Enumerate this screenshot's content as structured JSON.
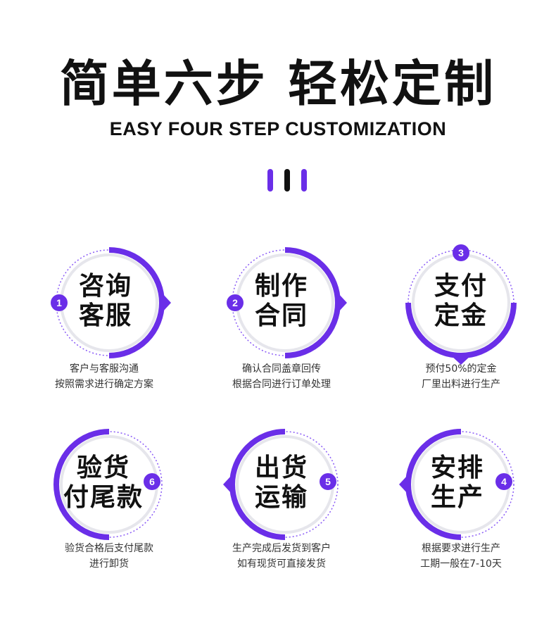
{
  "header": {
    "title": "简单六步 轻松定制",
    "subtitle": "EASY FOUR STEP CUSTOMIZATION"
  },
  "colors": {
    "accent": "#6a2ee8",
    "accent_light": "#8b5cf6",
    "dark": "#111111",
    "ring_gray": "#e6e6ec"
  },
  "steps": [
    {
      "num": "1",
      "line1": "咨询",
      "line2": "客服",
      "desc1": "客户与客服沟通",
      "desc2": "按照需求进行确定方案"
    },
    {
      "num": "2",
      "line1": "制作",
      "line2": "合同",
      "desc1": "确认合同盖章回传",
      "desc2": "根据合同进行订单处理"
    },
    {
      "num": "3",
      "line1": "支付",
      "line2": "定金",
      "desc1": "预付50%的定金",
      "desc2": "厂里出料进行生产"
    },
    {
      "num": "4",
      "line1": "安排",
      "line2": "生产",
      "desc1": "根据要求进行生产",
      "desc2": "工期一般在7-10天"
    },
    {
      "num": "5",
      "line1": "出货",
      "line2": "运输",
      "desc1": "生产完成后发货到客户",
      "desc2": "如有现货可直接发货"
    },
    {
      "num": "6",
      "line1": "验货",
      "line2": "付尾款",
      "desc1": "验货合格后支付尾款",
      "desc2": "进行卸货"
    }
  ]
}
